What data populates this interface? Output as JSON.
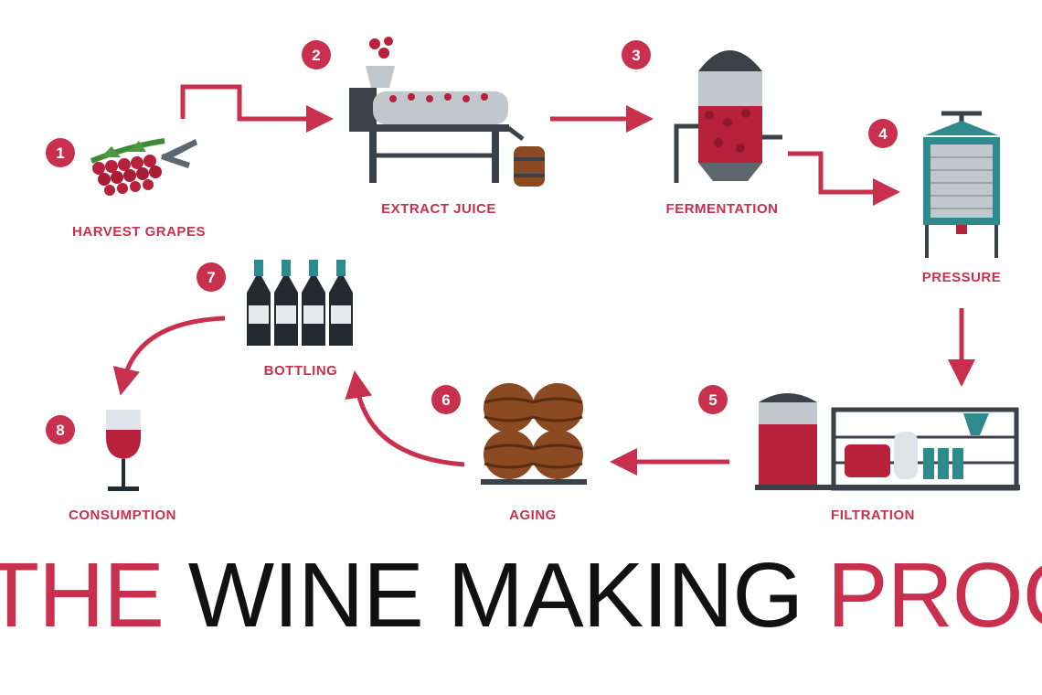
{
  "colors": {
    "accent": "#c8304e",
    "grape": "#b8213c",
    "steel": "#5c6770",
    "dark": "#3a4148",
    "teal": "#2f8a8e",
    "wood": "#8b4a22",
    "text_dark": "#111111"
  },
  "steps": [
    {
      "number": "1",
      "label": "HARVEST GRAPES",
      "icon": "grapes-shears-icon"
    },
    {
      "number": "2",
      "label": "EXTRACT JUICE",
      "icon": "crusher-machine-icon"
    },
    {
      "number": "3",
      "label": "FERMENTATION",
      "icon": "fermentation-tank-icon"
    },
    {
      "number": "4",
      "label": "PRESSURE",
      "icon": "wine-press-icon"
    },
    {
      "number": "5",
      "label": "FILTRATION",
      "icon": "filtration-machine-icon"
    },
    {
      "number": "6",
      "label": "AGING",
      "icon": "barrels-icon"
    },
    {
      "number": "7",
      "label": "BOTTLING",
      "icon": "wine-bottles-icon"
    },
    {
      "number": "8",
      "label": "CONSUMPTION",
      "icon": "wine-glass-icon"
    }
  ],
  "title": {
    "part1": "THE",
    "part2": " WINE MAKING ",
    "part3": "PROCESS"
  }
}
